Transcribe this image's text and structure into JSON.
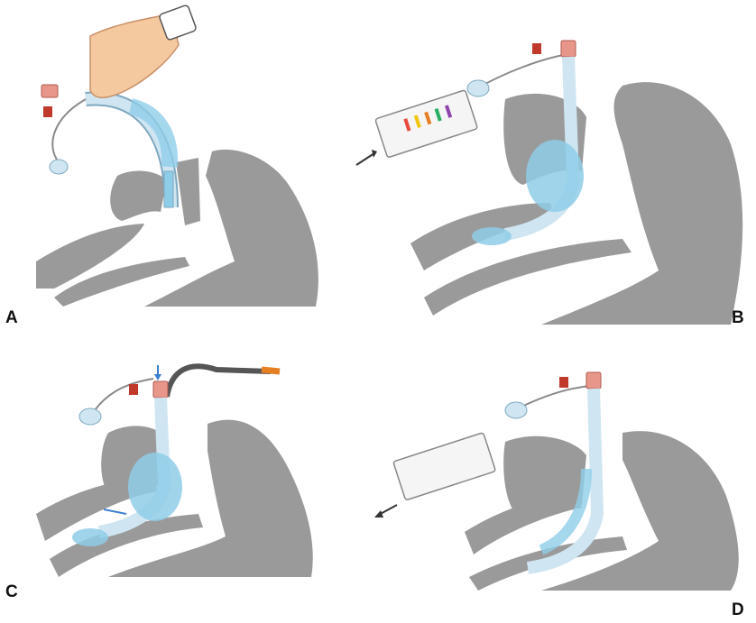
{
  "figure": {
    "panels": [
      {
        "label": "A"
      },
      {
        "label": "B"
      },
      {
        "label": "C"
      },
      {
        "label": "D"
      }
    ]
  },
  "colors": {
    "anatomy": "#9a9a9a",
    "tube": "#cfe6f2",
    "tube_stroke": "#7fa8bf",
    "cuff": "#8ecde8",
    "connector": "#e8968a",
    "pilot_valve": "#c0392b",
    "gastric_tube": "#555555",
    "gastric_tip": "#e67e22",
    "flow_arrow": "#3b7fd0",
    "skin": "#f5c9a0"
  },
  "icons": {
    "hand": "hand-icon",
    "syringe": "syringe-icon",
    "arrow": "arrow-icon"
  }
}
